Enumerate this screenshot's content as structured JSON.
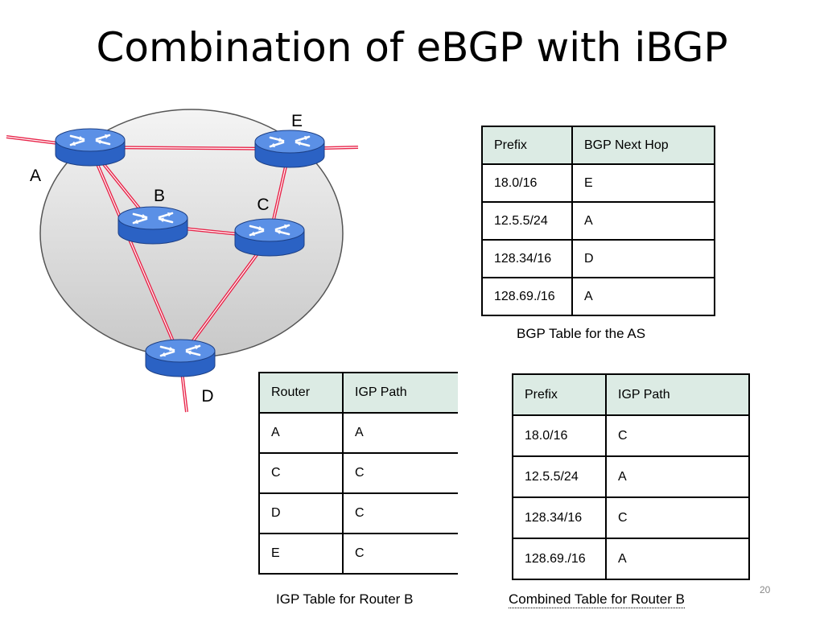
{
  "title": "Combination of eBGP with iBGP",
  "slide_number": "20",
  "diagram": {
    "routers": [
      {
        "id": "A",
        "label": "A"
      },
      {
        "id": "B",
        "label": "B"
      },
      {
        "id": "C",
        "label": "C"
      },
      {
        "id": "D",
        "label": "D"
      },
      {
        "id": "E",
        "label": "E"
      }
    ],
    "links": [
      [
        "A",
        "E"
      ],
      [
        "A",
        "B"
      ],
      [
        "B",
        "C"
      ],
      [
        "C",
        "E"
      ],
      [
        "C",
        "D"
      ],
      [
        "A",
        "D"
      ]
    ],
    "colors": {
      "link": "#e8254a",
      "router": "#2b62c4",
      "router_top": "#5b90e6",
      "as_fill": "#dddddd",
      "as_stroke": "#555555"
    }
  },
  "bgp_table": {
    "headers": [
      "Prefix",
      "BGP Next Hop"
    ],
    "rows": [
      [
        "18.0/16",
        "E"
      ],
      [
        "12.5.5/24",
        "A"
      ],
      [
        "128.34/16",
        "D"
      ],
      [
        "128.69./16",
        "A"
      ]
    ],
    "caption": "BGP Table for the AS"
  },
  "igp_table": {
    "headers": [
      "Router",
      "IGP Path"
    ],
    "rows": [
      [
        "A",
        "A"
      ],
      [
        "C",
        "C"
      ],
      [
        "D",
        "C"
      ],
      [
        "E",
        "C"
      ]
    ],
    "caption": "IGP Table for Router B"
  },
  "combined_table": {
    "headers": [
      "Prefix",
      "IGP Path"
    ],
    "rows": [
      [
        "18.0/16",
        "C"
      ],
      [
        "12.5.5/24",
        "A"
      ],
      [
        "128.34/16",
        "C"
      ],
      [
        "128.69./16",
        "A"
      ]
    ],
    "caption": "Combined Table for Router B"
  },
  "header_color": "#dcebe4"
}
